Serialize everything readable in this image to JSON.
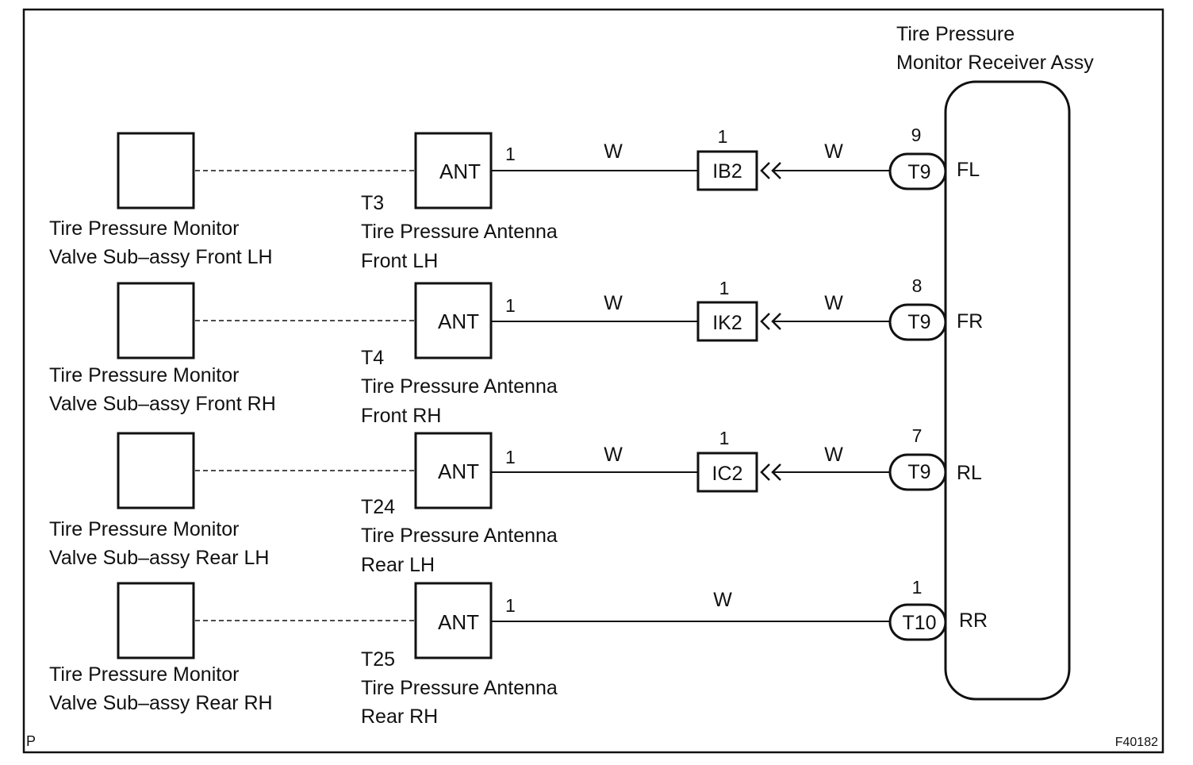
{
  "receiver": {
    "title_line1": "Tire Pressure",
    "title_line2": "Monitor Receiver Assy"
  },
  "rows": [
    {
      "valve_line1": "Tire Pressure Monitor",
      "valve_line2": "Valve Sub–assy Front LH",
      "antenna_label": "ANT",
      "antenna_connector": "T3",
      "antenna_line1": "Tire Pressure Antenna",
      "antenna_line2": "Front LH",
      "antenna_pin": "1",
      "wire_left": "W",
      "junction": "IB2",
      "junction_pin": "1",
      "wire_right": "W",
      "receiver_connector": "T9",
      "receiver_pin": "9",
      "terminal": "FL"
    },
    {
      "valve_line1": "Tire Pressure Monitor",
      "valve_line2": "Valve Sub–assy Front RH",
      "antenna_label": "ANT",
      "antenna_connector": "T4",
      "antenna_line1": "Tire Pressure Antenna",
      "antenna_line2": "Front RH",
      "antenna_pin": "1",
      "wire_left": "W",
      "junction": "IK2",
      "junction_pin": "1",
      "wire_right": "W",
      "receiver_connector": "T9",
      "receiver_pin": "8",
      "terminal": "FR"
    },
    {
      "valve_line1": "Tire Pressure Monitor",
      "valve_line2": "Valve Sub–assy Rear LH",
      "antenna_label": "ANT",
      "antenna_connector": "T24",
      "antenna_line1": "Tire Pressure Antenna",
      "antenna_line2": "Rear LH",
      "antenna_pin": "1",
      "wire_left": "W",
      "junction": "IC2",
      "junction_pin": "1",
      "wire_right": "W",
      "receiver_connector": "T9",
      "receiver_pin": "7",
      "terminal": "RL"
    },
    {
      "valve_line1": "Tire Pressure Monitor",
      "valve_line2": "Valve Sub–assy Rear RH",
      "antenna_label": "ANT",
      "antenna_connector": "T25",
      "antenna_line1": "Tire Pressure Antenna",
      "antenna_line2": "Rear RH",
      "antenna_pin": "1",
      "wire_direct": "W",
      "receiver_connector": "T10",
      "receiver_pin": "1",
      "terminal": "RR"
    }
  ],
  "corner_left": "P",
  "figure_code": "F40182"
}
